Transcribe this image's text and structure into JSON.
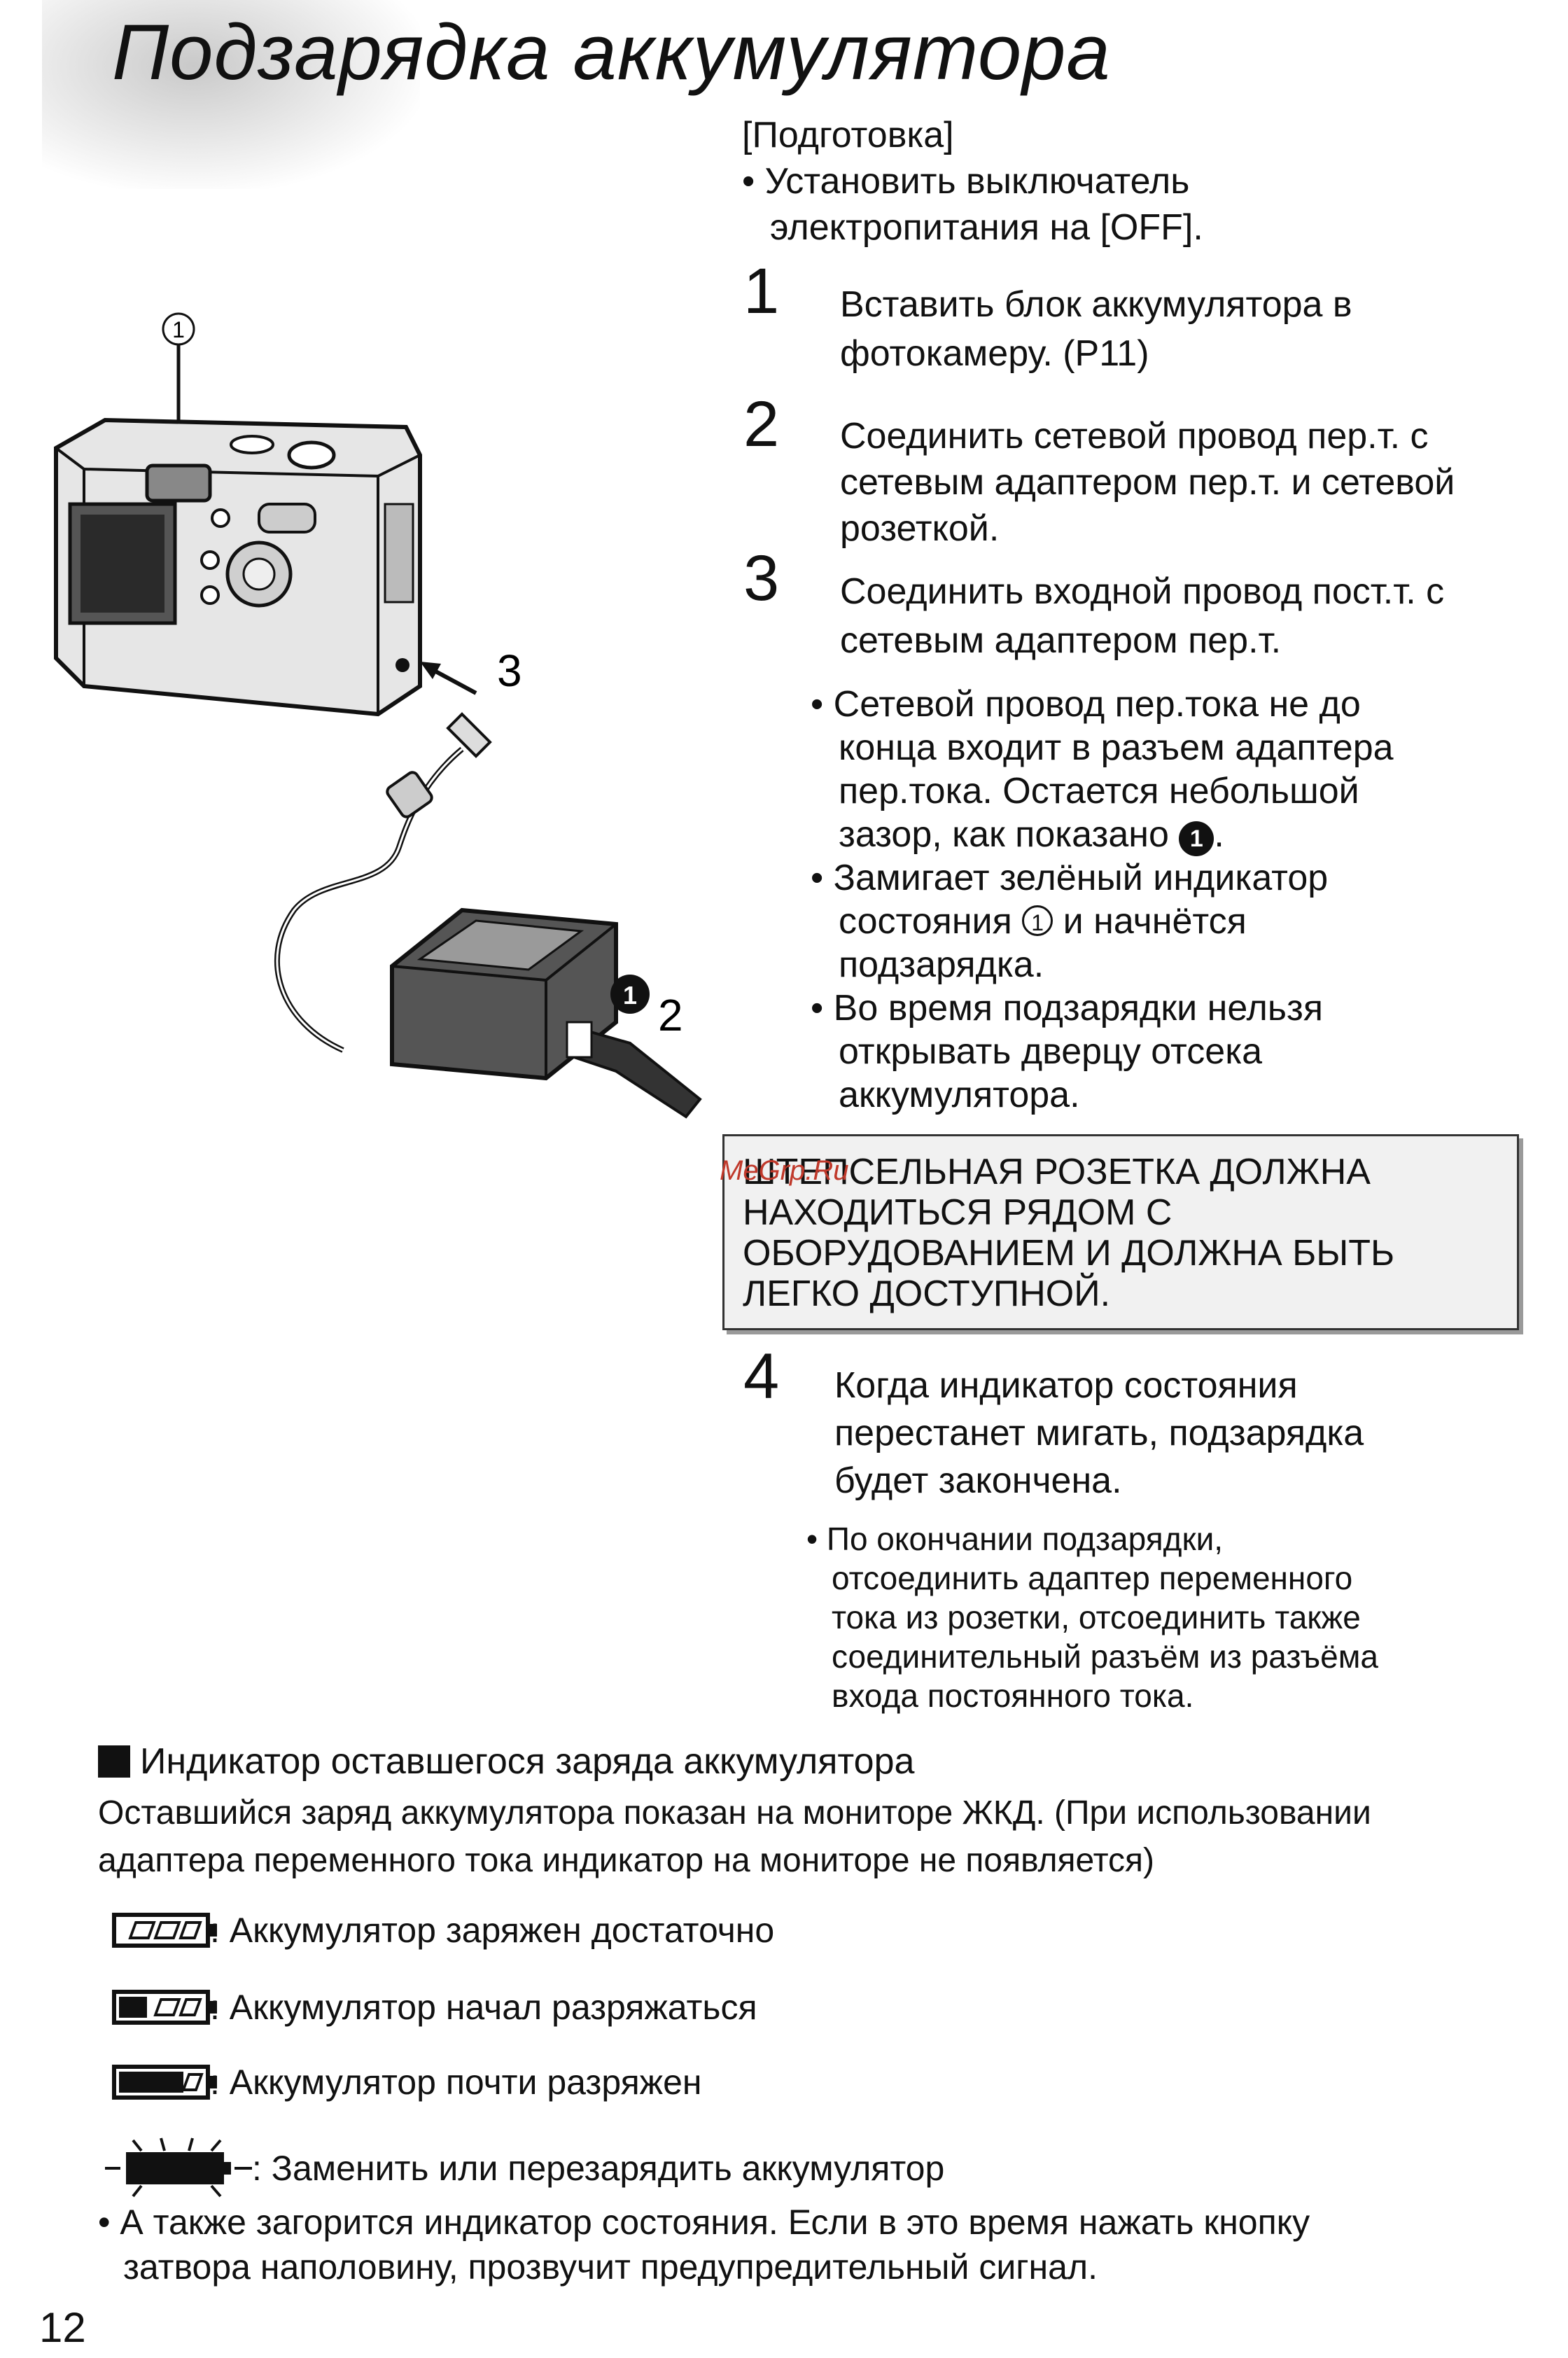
{
  "page": {
    "title": "Подзарядка аккумулятора",
    "page_number": "12"
  },
  "preparation": {
    "label": "[Подготовка]",
    "line1": "• Установить выключатель",
    "line2": "электропитания на [OFF]."
  },
  "steps": [
    {
      "num": "1",
      "lines": [
        "Вставить блок аккумулятора в",
        "фотокамеру. (P11)"
      ]
    },
    {
      "num": "2",
      "lines": [
        "Соединить сетевой провод пер.т. с",
        "сетевым адаптером пер.т. и сетевой",
        "розеткой."
      ]
    },
    {
      "num": "3",
      "lines": [
        "Соединить входной провод пост.т. с",
        "сетевым адаптером пер.т."
      ]
    },
    {
      "num": "4",
      "lines": [
        "Когда индикатор состояния",
        "перестанет мигать, подзарядка",
        "будет закончена."
      ]
    }
  ],
  "step3_bullets": {
    "b1": [
      "• Сетевой провод пер.тока не до",
      "конца входит в разъем адаптера",
      "пер.тока. Остается небольшой",
      "зазор, как показано",
      "."
    ],
    "b2": [
      "• Замигает зелёный индикатор",
      "состояния",
      "и начнётся",
      "подзарядка."
    ],
    "b3": [
      "• Во время подзарядки нельзя",
      "открывать дверцу отсека",
      "аккумулятора."
    ]
  },
  "warning": {
    "lines": [
      "ШТЕПСЕЛЬНАЯ РОЗЕТКА ДОЛЖНА",
      "НАХОДИТЬСЯ РЯДОМ С",
      "ОБОРУДОВАНИЕМ И ДОЛЖНА БЫТЬ",
      "ЛЕГКО ДОСТУПНОЙ."
    ],
    "watermark": "MeGrp.Ru"
  },
  "step4_bullet": [
    "• По окончании подзарядки,",
    "отсоединить адаптер переменного",
    "тока из розетки, отсоединить также",
    "соединительный разъём из разъёма",
    "входа постоянного тока."
  ],
  "battery_section": {
    "heading": "Индикатор оставшегося заряда аккумулятора",
    "para_line1": "Оставшийся заряд аккумулятора показан на мониторе ЖКД. (При использовании",
    "para_line2": "адаптера переменного тока индикатор на мониторе не появляется)",
    "levels": [
      {
        "text": ": Аккумулятор заряжен достаточно",
        "fill": 0.0
      },
      {
        "text": ": Аккумулятор начал разряжаться",
        "fill": 0.33
      },
      {
        "text": ": Аккумулятор почти разряжен",
        "fill": 0.75
      },
      {
        "text": ": Заменить или перезарядить аккумулятор",
        "fill": 1.0
      }
    ],
    "note_line1": "• А также загорится индикатор состояния. Если в это время нажать кнопку",
    "note_line2": "затвора наполовину, прозвучит предупредительный сигнал."
  },
  "figure": {
    "label_circle1": "1",
    "label_3": "3",
    "label_2": "2",
    "label_black1": "1"
  }
}
